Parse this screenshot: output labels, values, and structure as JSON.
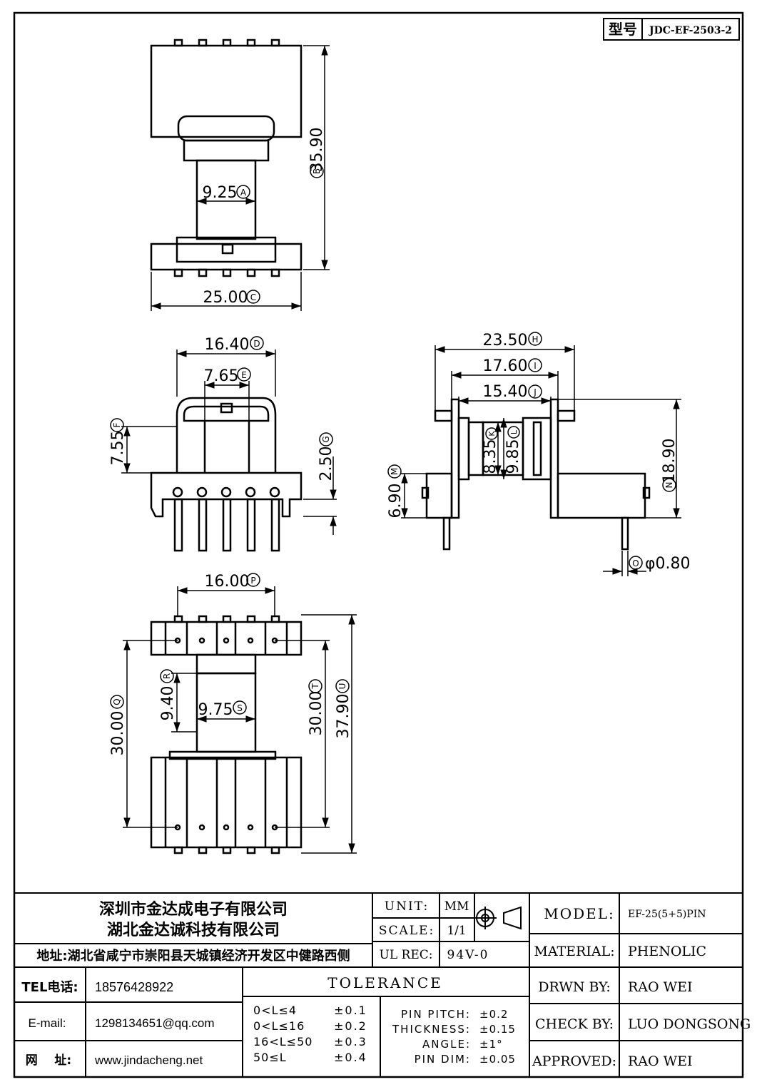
{
  "model_box": {
    "label": "型号",
    "code": "JDC-EF-2503-2"
  },
  "dimensions": {
    "A": "9.25",
    "B": "35.90",
    "C": "25.00",
    "D": "16.40",
    "E": "7.65",
    "F": "7.55",
    "G": "2.50",
    "H": "23.50",
    "I": "17.60",
    "J": "15.40",
    "K": "8.35",
    "L": "9.85",
    "M": "6.90",
    "N": "18.90",
    "O": "φ0.80",
    "P": "16.00",
    "Q": "30.00",
    "R": "9.40",
    "S": "9.75",
    "T": "30.00",
    "U": "37.90"
  },
  "dimension_markers": {
    "A": "A",
    "B": "B",
    "C": "C",
    "D": "D",
    "E": "E",
    "F": "F",
    "G": "G",
    "H": "H",
    "I": "I",
    "J": "J",
    "K": "K",
    "L": "L",
    "M": "M",
    "N": "N",
    "O": "O",
    "P": "P",
    "Q": "Q",
    "R": "R",
    "S": "S",
    "T": "T",
    "U": "U"
  },
  "company": {
    "name1": "深圳市金达成电子有限公司",
    "name2": "湖北金达诚科技有限公司",
    "address": "地址:湖北省咸宁市崇阳县天城镇经济开发区中健路西侧"
  },
  "contact": {
    "tel_label": "TEL电话:",
    "tel": "18576428922",
    "email_label": "E-mail:",
    "email": "1298134651@qq.com",
    "web_label": "网    址:",
    "web": "www.jindacheng.net"
  },
  "spec": {
    "unit_label": "UNIT:",
    "unit": "MM",
    "scale_label": "SCALE:",
    "scale": "1/1",
    "ul_label": "UL REC:",
    "ul": "94V-0"
  },
  "tolerance": {
    "title": "TOLERANCE",
    "ranges": [
      {
        "range": "0<L≤4",
        "tol": "±0.1"
      },
      {
        "range": "0<L≤16",
        "tol": "±0.2"
      },
      {
        "range": "16<L≤50",
        "tol": "±0.3"
      },
      {
        "range": "50≤L",
        "tol": "±0.4"
      }
    ],
    "other": [
      {
        "label": "PIN PITCH:",
        "tol": "±0.2"
      },
      {
        "label": "THICKNESS:",
        "tol": "±0.15"
      },
      {
        "label": "ANGLE:",
        "tol": "±1°"
      },
      {
        "label": "PIN DIM:",
        "tol": "±0.05"
      }
    ]
  },
  "info": {
    "model_label": "MODEL:",
    "model": "EF-25(5+5)PIN",
    "material_label": "MATERIAL:",
    "material": "PHENOLIC",
    "drawn_label": "DRWN BY:",
    "drawn": "RAO WEI",
    "check_label": "CHECK BY:",
    "check": "LUO DONGSONG",
    "approved_label": "APPROVED:",
    "approved": "RAO WEI"
  }
}
